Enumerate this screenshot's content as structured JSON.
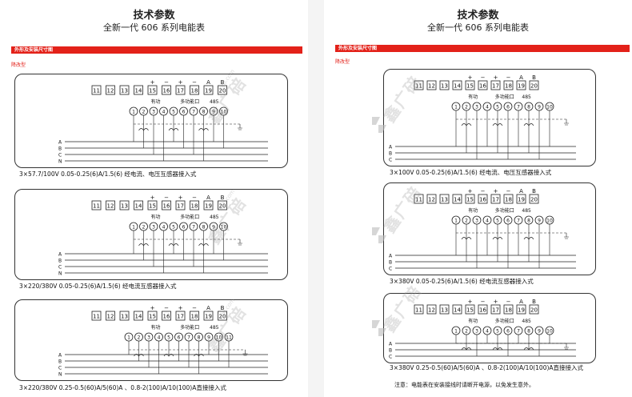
{
  "pages": [
    {
      "title": "技术参数",
      "subtitle": "全新一代 606 系列电能表",
      "section_bar": "外形及安装尺寸图",
      "type_label": "降改型",
      "diagrams": [
        {
          "terminals_top": [
            "11",
            "12",
            "13",
            "14",
            "15",
            "16",
            "17",
            "18",
            "19",
            "20"
          ],
          "terminal_signs": [
            "+",
            "−",
            "+",
            "−",
            "A",
            "B"
          ],
          "labels_mid": [
            "有功",
            "多功能口",
            "485"
          ],
          "terminals_bottom": [
            "1",
            "2",
            "3",
            "4",
            "5",
            "6",
            "7",
            "8",
            "9",
            "10"
          ],
          "phases": [
            "A",
            "B",
            "C",
            "N"
          ],
          "caption": "3×57.7/100V 0.05-0.25(6)A/1.5(6)  经电流、电压互感器接入式"
        },
        {
          "terminals_top": [
            "11",
            "12",
            "13",
            "14",
            "15",
            "16",
            "17",
            "18",
            "19",
            "20"
          ],
          "terminal_signs": [
            "+",
            "−",
            "+",
            "−",
            "A",
            "B"
          ],
          "labels_mid": [
            "有功",
            "多功能口",
            "485"
          ],
          "terminals_bottom": [
            "1",
            "2",
            "3",
            "4",
            "5",
            "6",
            "7",
            "8",
            "9",
            "10"
          ],
          "phases": [
            "A",
            "B",
            "C",
            "N"
          ],
          "caption": "3×220/380V 0.05-0.25(6)A/1.5(6)  经电流互感器接入式"
        },
        {
          "terminals_top": [
            "11",
            "12",
            "13",
            "14",
            "15",
            "16",
            "17",
            "18",
            "19",
            "20"
          ],
          "terminal_signs": [
            "+",
            "−",
            "+",
            "−",
            "A",
            "B"
          ],
          "labels_mid": [
            "有功",
            "多功能口",
            "485"
          ],
          "terminals_bottom": [
            "1",
            "2",
            "3",
            "4",
            "5",
            "6",
            "7",
            "8",
            "9",
            "10",
            "11"
          ],
          "phases": [
            "A",
            "B",
            "C",
            "N"
          ],
          "caption": "3×220/380V 0.25-0.5(60)A/5(60)A 、0.8-2(100)A/10(100)A直接接入式"
        }
      ]
    },
    {
      "title": "技术参数",
      "subtitle": "全新一代 606 系列电能表",
      "section_bar": "外形及安装尺寸图",
      "type_label": "降改型",
      "diagrams": [
        {
          "terminals_top": [
            "11",
            "12",
            "13",
            "14",
            "15",
            "16",
            "17",
            "18",
            "19",
            "20"
          ],
          "terminal_signs": [
            "+",
            "−",
            "+",
            "−",
            "A",
            "B"
          ],
          "labels_mid": [
            "有功",
            "多功能口",
            "485"
          ],
          "terminals_bottom": [
            "1",
            "2",
            "3",
            "4",
            "5",
            "6",
            "7",
            "8",
            "9",
            "10"
          ],
          "phases": [
            "A",
            "B",
            "C"
          ],
          "caption": "3×100V 0.05-0.25(6)A/1.5(6)  经电流、电压互感器接入式"
        },
        {
          "terminals_top": [
            "11",
            "12",
            "13",
            "14",
            "15",
            "16",
            "17",
            "18",
            "19",
            "20"
          ],
          "terminal_signs": [
            "+",
            "−",
            "+",
            "−",
            "A",
            "B"
          ],
          "labels_mid": [
            "有功",
            "多功能口",
            "485"
          ],
          "terminals_bottom": [
            "1",
            "2",
            "3",
            "4",
            "5",
            "6",
            "7",
            "8",
            "9",
            "10"
          ],
          "phases": [
            "A",
            "B",
            "C"
          ],
          "caption": "3×380V 0.05-0.25(6)A/1.5(6)  经电流互感器接入式"
        },
        {
          "terminals_top": [
            "11",
            "12",
            "13",
            "14",
            "15",
            "16",
            "17",
            "18",
            "19",
            "20"
          ],
          "terminal_signs": [
            "+",
            "−",
            "+",
            "−",
            "A",
            "B"
          ],
          "labels_mid": [
            "有功",
            "多功能口",
            "485"
          ],
          "terminals_bottom": [
            "1",
            "2",
            "3",
            "4",
            "5",
            "6",
            "7",
            "8",
            "9",
            "10"
          ],
          "phases": [
            "A",
            "B",
            "C"
          ],
          "caption": "3×380V 0.25-0.5(60)A/5(60)A 、0.8-2(100)A/10(100)A直接接入式"
        }
      ],
      "note": "注意：电能表在安装接线时请断开电源，以免发生意外。"
    }
  ],
  "watermark": "鑫广碚",
  "watermark_small": "xgb.com"
}
